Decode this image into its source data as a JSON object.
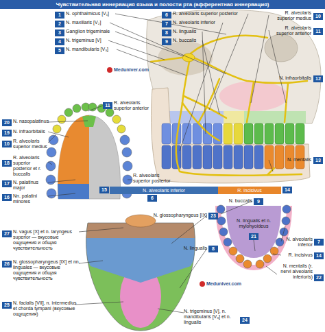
{
  "diagram": {
    "title": "Чувствительная иннервация языка и полости рта (афферентная иннервация)",
    "nodes": [
      {
        "text": [
          "N. alveolaris inferior"
        ]
      },
      {
        "text": [
          "R. incisivus"
        ]
      }
    ],
    "labels": [
      "1",
      "N. ophthalmicus [V₁]",
      "2",
      "N. maxillaris [V₂]",
      "3",
      "Ganglion trigeminale",
      "4",
      "N. trigeminus [V]",
      "5",
      "N. mandibularis [V₃]",
      "6",
      "R. alveolaris superior posterior",
      "7",
      "N. alveolaris inferior",
      "8",
      "N. lingualis",
      "9",
      "N. buccalis",
      "R. alveolaris superior medius",
      "10",
      "R. alveolaris superior anterior",
      "11",
      "N. infraorbitalis",
      "12",
      "N. mentalis",
      "13",
      "Meduniver.com",
      "15",
      "14",
      "11",
      "R. alveolaris superior anterior",
      "20",
      "N. nasopalatinus",
      "19",
      "N. infraorbitalis",
      "10",
      "R. alveolaris superior medius",
      "18",
      "R. alveolaris superior posterior et r. buccalis",
      "17",
      "N. palatinus major",
      "16",
      "Nn. palatini minores",
      "R. alveolaris superior posterior",
      "6",
      "N. buccalis",
      "9",
      "21",
      "N. lingualis et n. mylohyoideus",
      "N. alveolaris inferior",
      "7",
      "R. incisivus",
      "14",
      "N. mentalis (r. nervi alveolaris inferioris)",
      "22",
      "27",
      "N. vagus [X] et n. laryngeus superior — вкусовые ощущения и общая чувствительность",
      "N. glossopharyngeus [IX]",
      "23",
      "N. lingualis",
      "8",
      "26",
      "N. glossopharyngeus [IX] et nn. linguales — вкусовые ощущения и общая чувствительность",
      "25",
      "N. facialis [VII], n. intermedius et chorda tympani (вкусовые ощущения)",
      "N. trigeminus [V], n. mandibularis [V₃] et n. lingualis",
      "24",
      "Meduniver.com"
    ]
  }
}
